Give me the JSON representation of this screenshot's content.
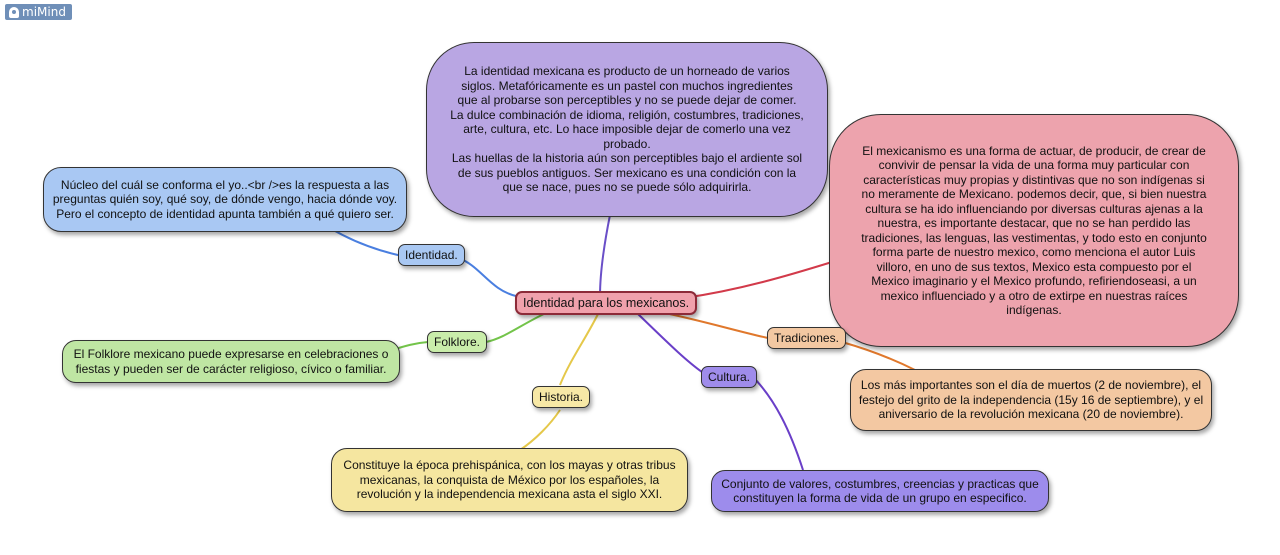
{
  "app": {
    "brand": "miMind",
    "brand_icon": "mimind-logo-icon"
  },
  "colors": {
    "center": "#f0a1ac",
    "blue": "#a9c8f3",
    "purple": "#b9a6e3",
    "pink": "#eda3ad",
    "orange": "#f3c8a2",
    "green": "#bfe6a3",
    "yellow": "#f5e6a0",
    "violet": "#9d8cec",
    "identity_label": "#a9c8f3",
    "folklore_label": "#c9edaa",
    "history_label": "#f7e8a6",
    "culture_label": "#9f8ceb",
    "traditions_label": "#f3c8a2"
  },
  "center": {
    "text": "Identidad para los mexicanos."
  },
  "branches": {
    "identidad": {
      "label": "Identidad.",
      "lines": [
        "Núcleo del cuál se conforma el yo..<br />es la respuesta a las",
        "preguntas quién soy, qué soy, de dónde vengo, hacia dónde voy.",
        "Pero el  concepto de identidad apunta también  a qué quiero ser."
      ]
    },
    "top": {
      "lines": [
        "La identidad mexicana es producto de un horneado de varios",
        "siglos. Metafóricamente es un pastel con muchos ingredientes",
        "que al probarse son perceptibles y no se puede dejar de comer.",
        "La dulce combinación de idioma, religión, costumbres, tradiciones,",
        "arte, cultura, etc. Lo hace imposible dejar de comerlo una vez",
        "probado.",
        "Las huellas de la historia aún son perceptibles bajo el ardiente sol",
        "de sus pueblos antiguos. Ser mexicano es una condición con la",
        "que se nace, pues no se puede sólo adquirirla."
      ]
    },
    "mexicanismo": {
      "lines": [
        "El mexicanismo es una forma de actuar, de producir, de crear de",
        "convivir de pensar la vida de una forma muy particular con",
        "características muy propias y distintivas que no son indígenas si",
        "no meramente de Mexicano. podemos decir, que, si bien nuestra",
        "cultura se ha ido influenciando por diversas culturas ajenas a la",
        "nuestra, es importante destacar, que no se han perdido las",
        "tradiciones, las lenguas, las vestimentas, y todo esto en conjunto",
        "forma parte de nuestro mexico, como menciona el autor Luis",
        "villoro, en uno de sus textos, Mexico esta compuesto por el",
        "Mexico imaginario y el Mexico profundo, refiriendoseasi, a un",
        "mexico influenciado y a otro de extirpe en nuestras raíces",
        "indígenas."
      ]
    },
    "folklore": {
      "label": "Folklore.",
      "lines": [
        "El Folklore mexicano puede expresarse en celebraciones   o",
        "fiestas y pueden ser de carácter religioso, cívico o familiar."
      ]
    },
    "tradiciones": {
      "label": "Tradiciones.",
      "lines": [
        "Los más importantes son el día de muertos (2 de noviembre), el",
        "festejo del grito de la independencia (15y 16 de septiembre), y el",
        "aniversario de la revolución mexicana (20 de noviembre)."
      ]
    },
    "historia": {
      "label": "Historia.",
      "lines": [
        "Constituye la época prehispánica, con los mayas y otras tribus",
        "mexicanas, la conquista de México por los españoles, la",
        "revolución y la independencia mexicana asta el siglo XXI."
      ]
    },
    "cultura": {
      "label": "Cultura.",
      "lines": [
        "Conjunto de valores, costumbres, creencias y practicas que",
        "constituyen la forma de vida de un grupo en especifico."
      ]
    }
  }
}
